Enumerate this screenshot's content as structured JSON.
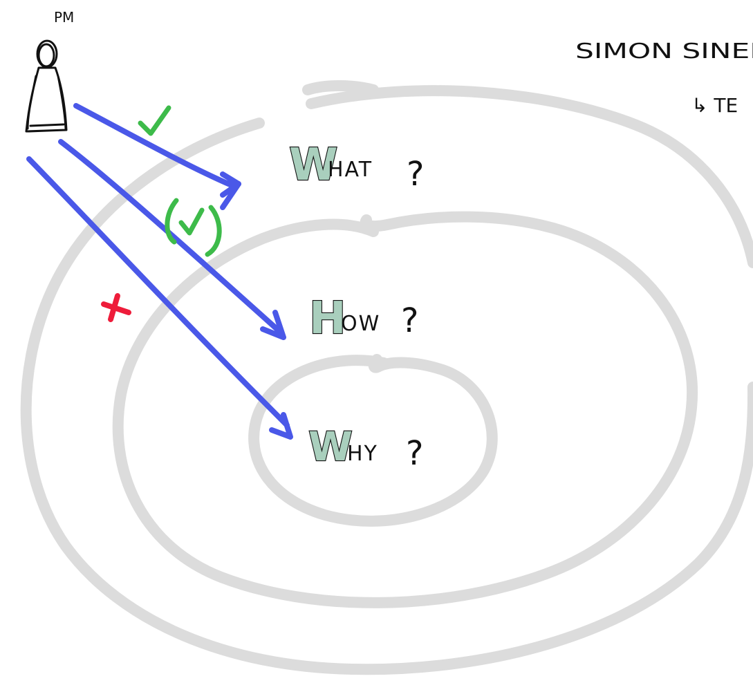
{
  "person_label": "PM",
  "author_note": {
    "line1": "SIMON SINEK",
    "line2": "↳ TE"
  },
  "circles": [
    {
      "big_letter": "W",
      "rest": "HAT",
      "question": "?"
    },
    {
      "big_letter": "H",
      "rest": "OW",
      "question": "?"
    },
    {
      "big_letter": "W",
      "rest": "HY",
      "question": "?"
    }
  ],
  "marks": {
    "what": "✓",
    "how": "(✓)",
    "why": "✗"
  },
  "colors": {
    "ring": "#dcdcdc",
    "arrow": "#4a58e8",
    "check": "#3dbb4a",
    "cross": "#ee1c3a",
    "letter_fill": "#a9cfbd"
  }
}
